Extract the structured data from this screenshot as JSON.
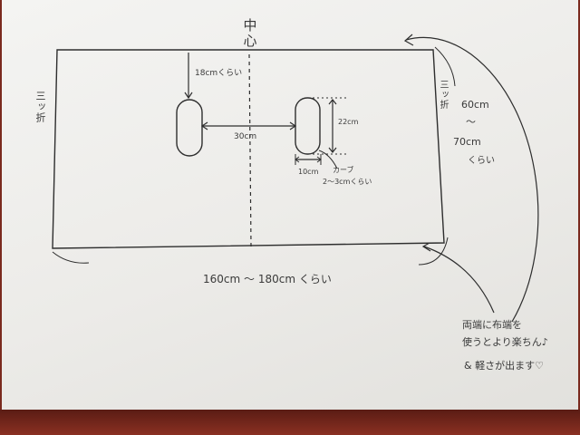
{
  "diagram": {
    "center_label": "中心",
    "left_fold_label": "三ッ折",
    "right_fold_label": "三ッ折",
    "top_offset_label": "18cmくらい",
    "gap_label": "30cm",
    "hole_height_label": "22cm",
    "hole_width_label": "10cm",
    "curve_label": "カーブ",
    "corner_radius_label": "2～3cmくらい",
    "width_range_label": "60cm",
    "width_tilde": "～",
    "width_range_label_2": "70cm",
    "width_kurai": "くらい",
    "length_label": "160cm ～ 180cm くらい",
    "note_line_1": "両端に布端を",
    "note_line_2": "使うとより楽ちん♪",
    "note_line_3": "& 軽さが出ます♡"
  }
}
